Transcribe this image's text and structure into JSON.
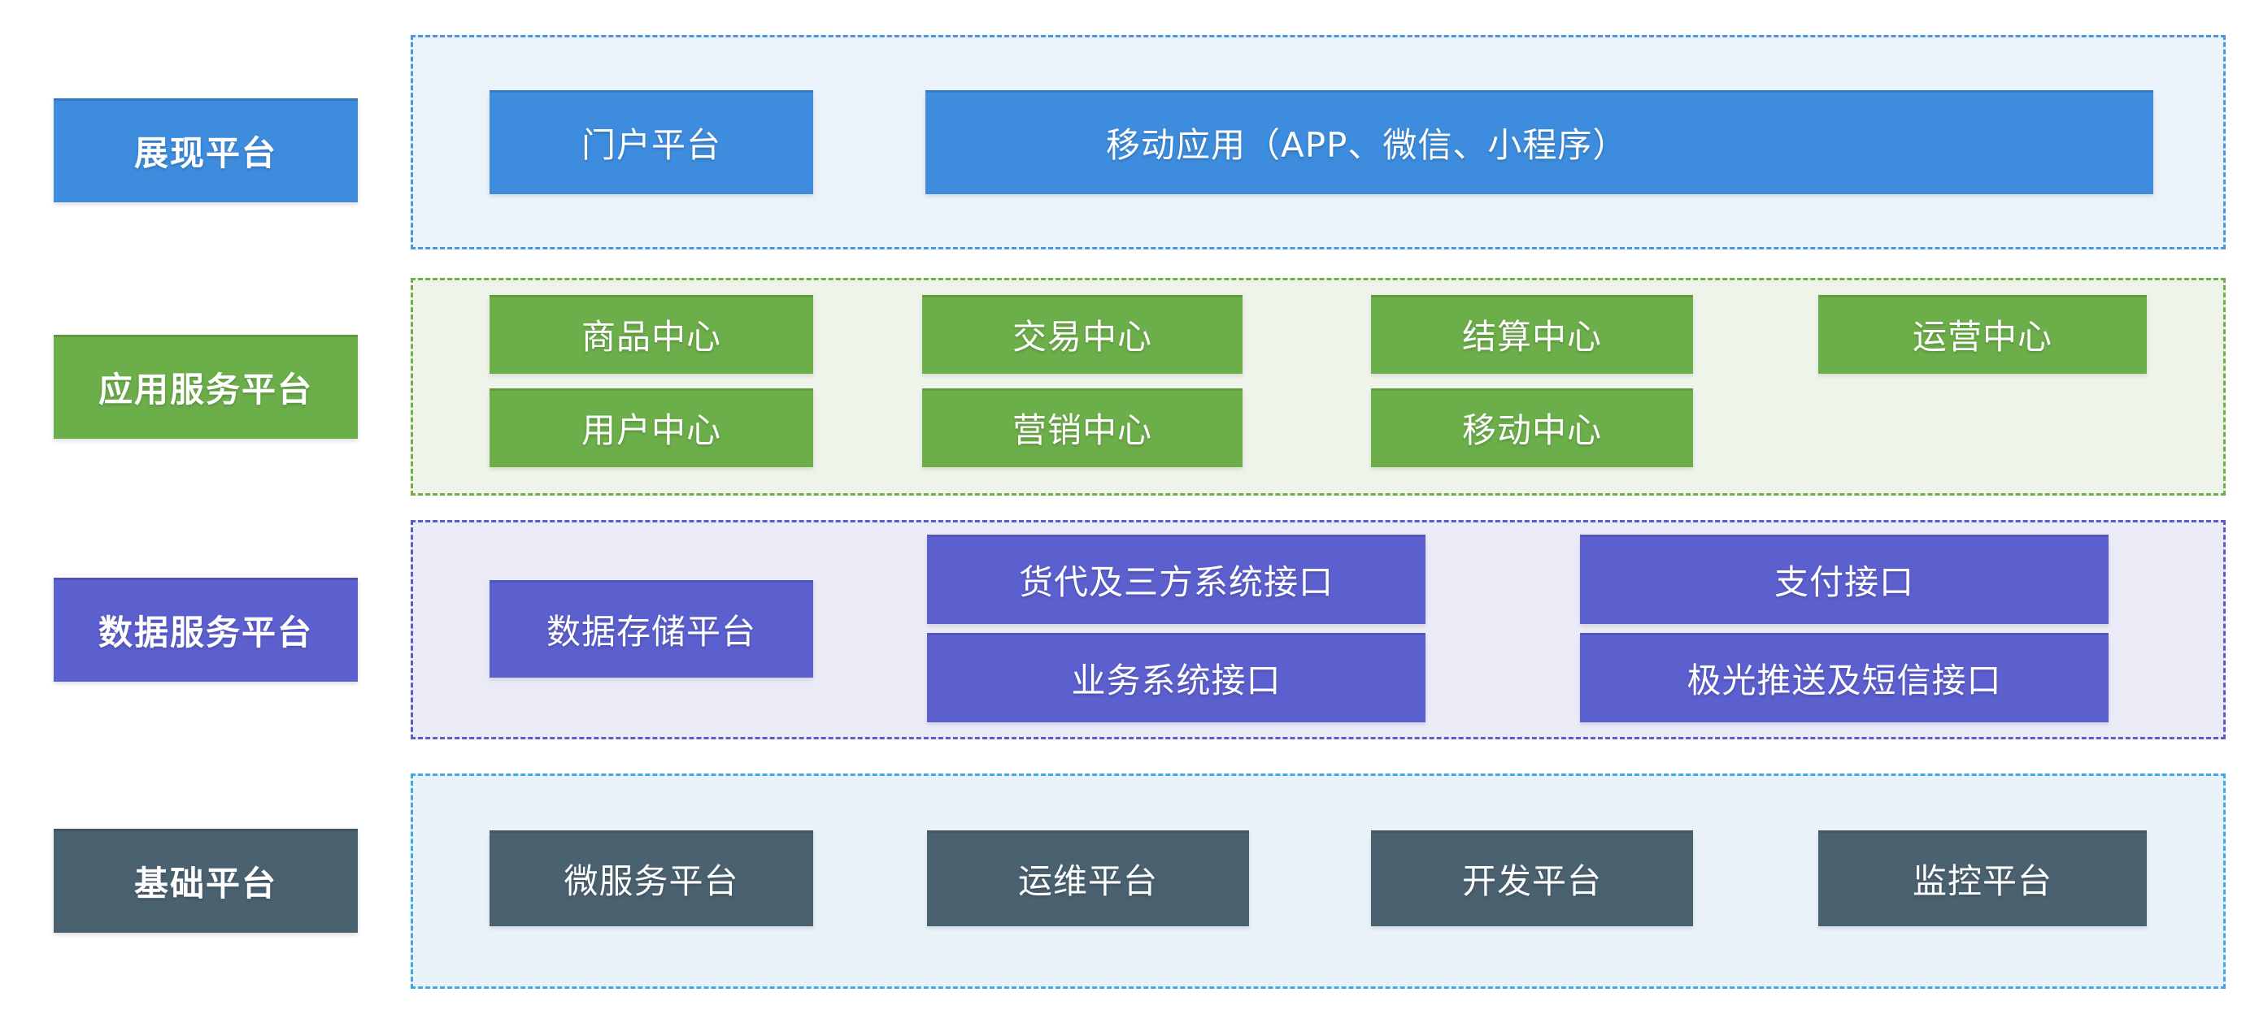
{
  "diagram_title": "",
  "rows": [
    {
      "label": "展现平台",
      "color": "#3d8cdd",
      "container_border": "#4a96dc",
      "container_bg": "#ecf2f9",
      "boxes": [
        {
          "label": "门户平台"
        },
        {
          "label": "移动应用（APP、微信、小程序）"
        }
      ]
    },
    {
      "label": "应用服务平台",
      "color": "#6cae49",
      "container_border": "#70ae4b",
      "container_bg": "#eef4ea",
      "boxes": [
        {
          "label": "商品中心"
        },
        {
          "label": "交易中心"
        },
        {
          "label": "结算中心"
        },
        {
          "label": "运营中心"
        },
        {
          "label": "用户中心"
        },
        {
          "label": "营销中心"
        },
        {
          "label": "移动中心"
        }
      ]
    },
    {
      "label": "数据服务平台",
      "color": "#5c5fce",
      "container_border": "#5a5cc9",
      "container_bg": "#ebebf7",
      "boxes": [
        {
          "label": "数据存储平台"
        },
        {
          "label": "货代及三方系统接口"
        },
        {
          "label": "业务系统接口"
        },
        {
          "label": "支付接口"
        },
        {
          "label": "极光推送及短信接口"
        }
      ]
    },
    {
      "label": "基础平台",
      "color": "#4a6170",
      "container_border": "#3ea9e2",
      "container_bg": "#e9f2f9",
      "boxes": [
        {
          "label": "微服务平台"
        },
        {
          "label": "运维平台"
        },
        {
          "label": "开发平台"
        },
        {
          "label": "监控平台"
        }
      ]
    }
  ]
}
